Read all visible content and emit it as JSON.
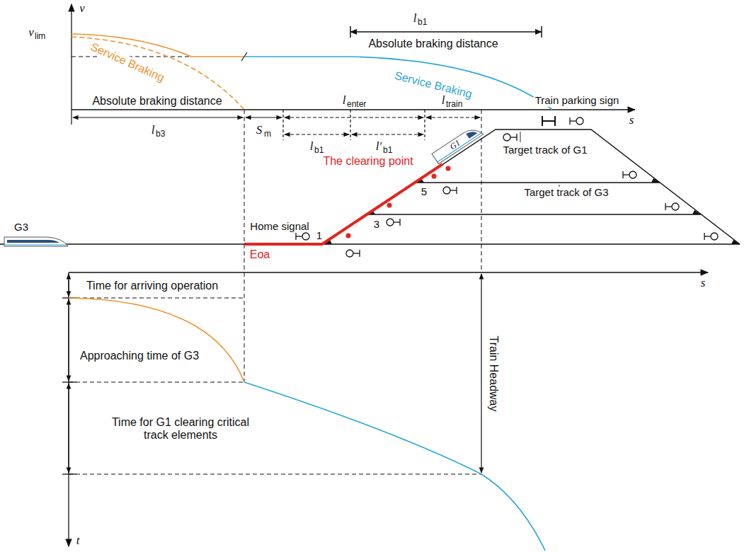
{
  "diagram": {
    "labels": [
      "v",
      "v",
      "lim",
      "l",
      "b1",
      "Absolute braking distance",
      "Service Braking",
      "Service Braking",
      "Train parking sign",
      "s",
      "Absolute braking distance",
      "l",
      "b3",
      "S",
      "m",
      "l",
      "enter",
      "l",
      "b1",
      "l′",
      "b1",
      "l",
      "train",
      "G1",
      "The clearing point",
      "Target track of G1",
      "5",
      "Target track of G3",
      "3",
      "Home signal",
      "1",
      "G3",
      "Eoa",
      "s",
      "Time for arriving operation",
      "Approaching time of G3",
      "Time for G1 clearing critical track elements",
      "Train Headway",
      "t"
    ]
  }
}
